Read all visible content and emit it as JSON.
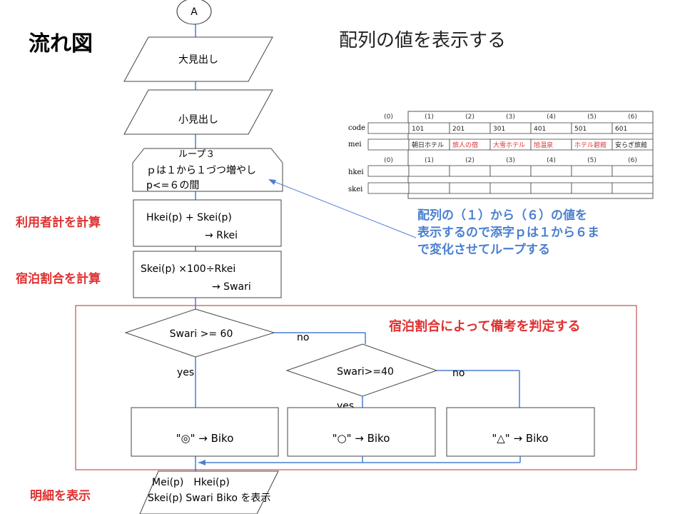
{
  "title": "流れ図",
  "subtitle": "配列の値を表示する",
  "connector": "A",
  "steps": {
    "big_heading": "大見出し",
    "small_heading": "小見出し",
    "loop_lines": [
      "ループ３",
      "ｐは１から１づつ増やし",
      "p<=６の間"
    ],
    "calc_rkei_lines": [
      "Hkei(p) + Skei(p)",
      "→ Rkei"
    ],
    "calc_swari_lines": [
      "Skei(p) ×100÷Rkei",
      "→ Swari"
    ],
    "decision1": "Swari >= 60",
    "decision2": "Swari>=40",
    "no1": "no",
    "no2": "no",
    "yes1": "yes",
    "yes2": "yes",
    "result1": "\"◎\" → Biko",
    "result2": "\"○\" → Biko",
    "result3": "\"△\" → Biko",
    "detail_lines": [
      "Mei(p)　Hkei(p)",
      "Skei(p) Swari  Biko を表示"
    ]
  },
  "side_labels": {
    "rkei": "利用者計を計算",
    "swari": "宿泊割合を計算",
    "detail": "明細を表示"
  },
  "notes": {
    "loop_note_lines": [
      "配列の（１）から（６）の値を",
      "表示するので添字ｐは１から６ま",
      "で変化させてループする"
    ],
    "biko_note": "宿泊割合によって備考を判定する"
  },
  "array_table": {
    "indices": [
      "(0)",
      "(1)",
      "(2)",
      "(3)",
      "(4)",
      "(5)",
      "(6)"
    ],
    "row_labels": [
      "code",
      "mei",
      "hkei",
      "skei"
    ],
    "code": [
      "",
      "101",
      "201",
      "301",
      "401",
      "501",
      "601"
    ],
    "mei": [
      "",
      "朝日ホテル",
      "旅人の宿",
      "大雪ホテル",
      "旭温泉",
      "ホテル碧館",
      "安らぎ旅館"
    ]
  },
  "colors": {
    "red": "#e03030",
    "blue": "#4a7fd0",
    "line": "#4a7fd0",
    "frame": "#b03030"
  }
}
